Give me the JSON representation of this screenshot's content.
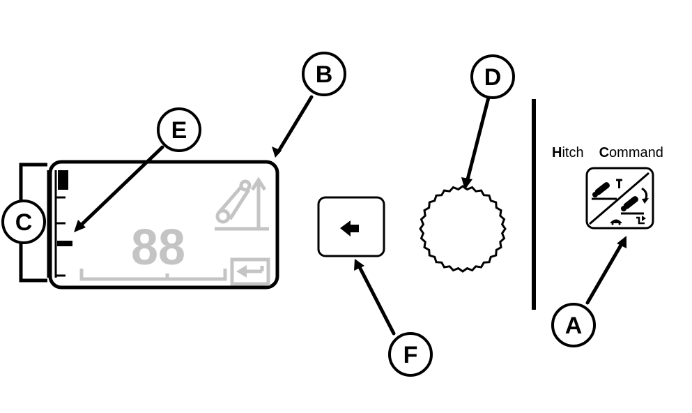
{
  "callouts": {
    "a": "A",
    "b": "B",
    "c": "C",
    "d": "D",
    "e": "E",
    "f": "F"
  },
  "panel": {
    "hitch_command_initial_1": "H",
    "hitch_command_rest_1": "itch",
    "hitch_command_initial_2": "C",
    "hitch_command_rest_2": "ommand"
  },
  "display": {
    "digits": "88"
  },
  "icons": {
    "display_window": "lcd-display-window",
    "hitch_position_icon": "hitch-position-icon",
    "return_arrow_icon": "return-arrow-icon",
    "back_button": "left-arrow-button",
    "dial": "rotary-dial",
    "hitch_command_button": "hitch-command-button"
  },
  "colors": {
    "line": "#000000",
    "display_segments": "#c4c4c4",
    "background": "#ffffff"
  }
}
